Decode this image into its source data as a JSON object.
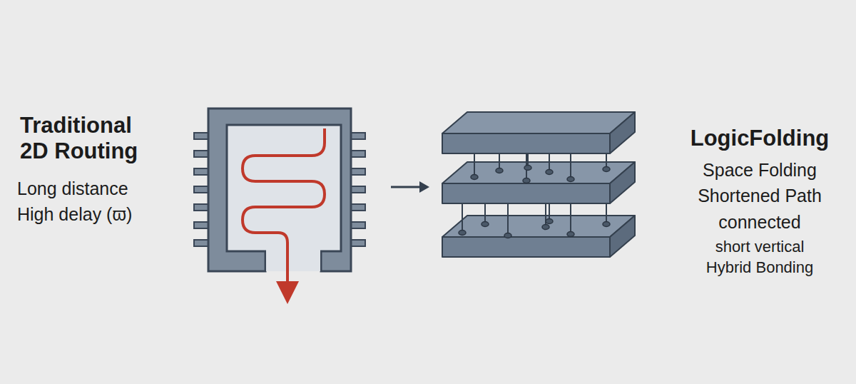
{
  "diagram": {
    "labels": [
      "Traditional 2D Routing",
      "Long distance",
      "High delay (ϖ)",
      "LogicFolding",
      "Space Folding",
      "Shortened Path",
      "connected",
      "short vertical",
      "Hybrid Bonding"
    ]
  }
}
